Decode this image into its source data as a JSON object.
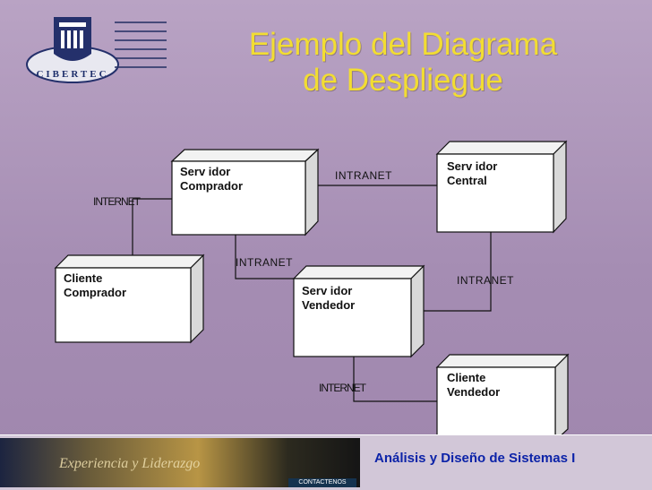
{
  "title_line1": "Ejemplo del Diagrama",
  "title_line2": "de Despliegue",
  "logo_text": "CIBERTEC",
  "nodes": {
    "servidor_comprador": "Serv idor\nComprador",
    "servidor_central": "Serv idor\nCentral",
    "cliente_comprador": "Cliente\nComprador",
    "servidor_vendedor": "Serv idor\nVendedor",
    "cliente_vendedor": "Cliente\nVendedor"
  },
  "connections": {
    "comprador_central": "INTRANET",
    "cliente_servidor_comprador": "INTERNET",
    "comprador_vendedor": "INTRANET",
    "central_vendedor": "INTRANET",
    "vendedor_cliente": "INTERNET"
  },
  "footer": {
    "tagline": "Experiencia y Liderazgo",
    "contact": "CONTACTENOS",
    "course": "Análisis y Diseño de Sistemas I"
  },
  "colors": {
    "title": "#f2dd32",
    "course": "#0c23a8",
    "node_fill": "#ffffff",
    "node_side": "#d9d9d9"
  }
}
